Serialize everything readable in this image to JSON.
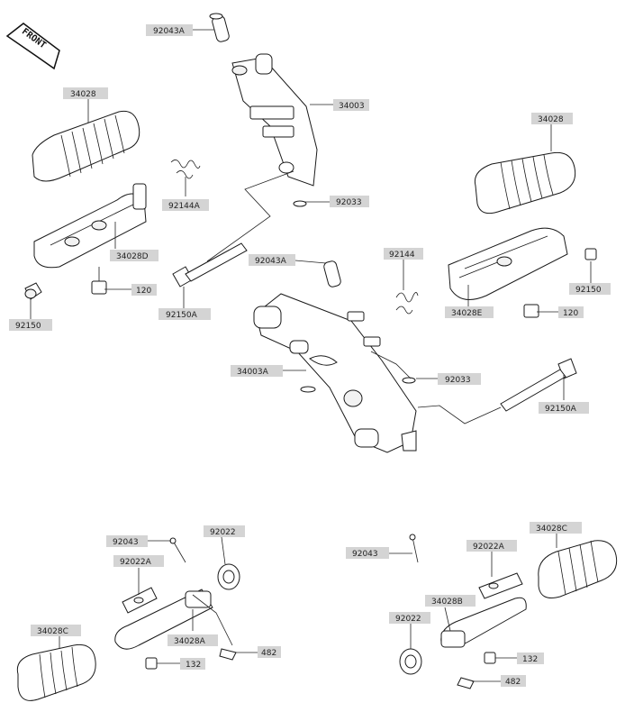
{
  "front_badge": {
    "text": "FRONT"
  },
  "callouts": {
    "c92043A_top": "92043A",
    "c34003": "34003",
    "c34028_left": "34028",
    "c92144A": "92144A",
    "c92033_top": "92033",
    "c34028_right": "34028",
    "c34028D": "34028D",
    "c92150A_left": "92150A",
    "c120_left": "120",
    "c92150_left": "92150",
    "c92043A_mid": "92043A",
    "c92144": "92144",
    "c92150_right": "92150",
    "c34028E": "34028E",
    "c120_right": "120",
    "c34003A": "34003A",
    "c92033_mid": "92033",
    "c92150A_right": "92150A",
    "c92043_bl": "92043",
    "c92022_bl": "92022",
    "c92022A_bl": "92022A",
    "c34028C_bl": "34028C",
    "c34028A": "34028A",
    "c482_bl": "482",
    "c132_bl": "132",
    "c92043_br": "92043",
    "c92022A_br": "92022A",
    "c34028C_br": "34028C",
    "c34028B": "34028B",
    "c92022_br": "92022",
    "c132_br": "132",
    "c482_br": "482"
  }
}
